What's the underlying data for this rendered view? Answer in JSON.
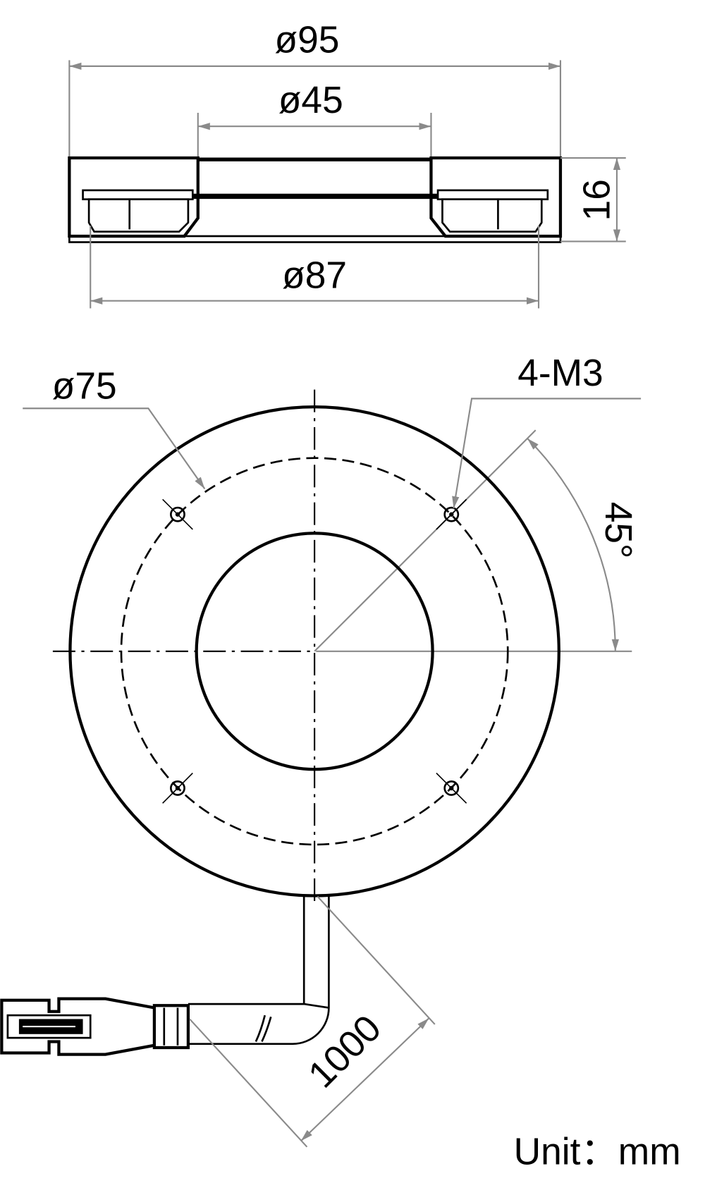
{
  "title": "Ring light dimension drawing",
  "dimensions": {
    "outer_diameter": "ø95",
    "inner_diameter": "ø45",
    "height": "16",
    "bottom_diameter": "ø87",
    "hole_circle": "ø75",
    "holes": "4-M3",
    "angle": "45°",
    "cable_length": "1000"
  },
  "unit_label": "Unit：mm",
  "colors": {
    "line": "#000000",
    "dimension": "#8a8a8a"
  }
}
